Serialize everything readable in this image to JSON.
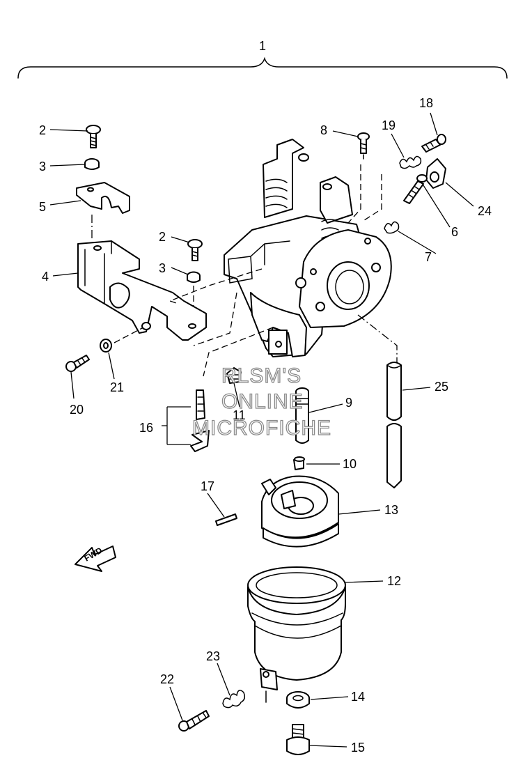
{
  "watermark": {
    "line1": "RLSM'S",
    "line2": "ONLINE",
    "line3": "MICROFICHE"
  },
  "fwd_label": "FWD",
  "callouts": {
    "c1": "1",
    "c2a": "2",
    "c3a": "3",
    "c5": "5",
    "c4": "4",
    "c2b": "2",
    "c3b": "3",
    "c8": "8",
    "c19": "19",
    "c18": "18",
    "c24": "24",
    "c6": "6",
    "c7": "7",
    "c20": "20",
    "c21": "21",
    "c25": "25",
    "c9": "9",
    "c11": "11",
    "c16": "16",
    "c10": "10",
    "c17": "17",
    "c13": "13",
    "c12": "12",
    "c23": "23",
    "c22": "22",
    "c14": "14",
    "c15": "15"
  }
}
